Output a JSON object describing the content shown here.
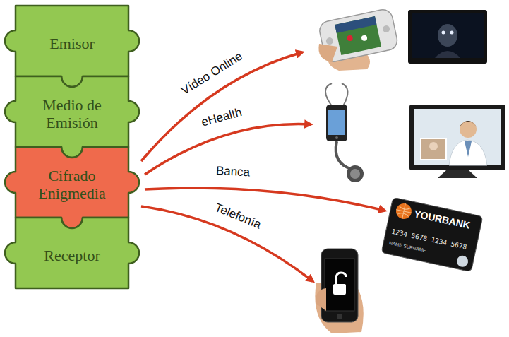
{
  "diagram": {
    "nodes": [
      {
        "text": [
          "Emisor"
        ]
      },
      {
        "text": [
          "Medio de Emisión"
        ]
      },
      {
        "text": [
          "Cifrado Enigmedia"
        ]
      },
      {
        "text": [
          "Receptor"
        ]
      }
    ],
    "labels": [
      "Vídeo Online",
      "eHealth",
      "Banca",
      "Telefonía",
      "YOURBANK",
      "1234 5678 1234 5678",
      "NAME SURNAME"
    ]
  }
}
